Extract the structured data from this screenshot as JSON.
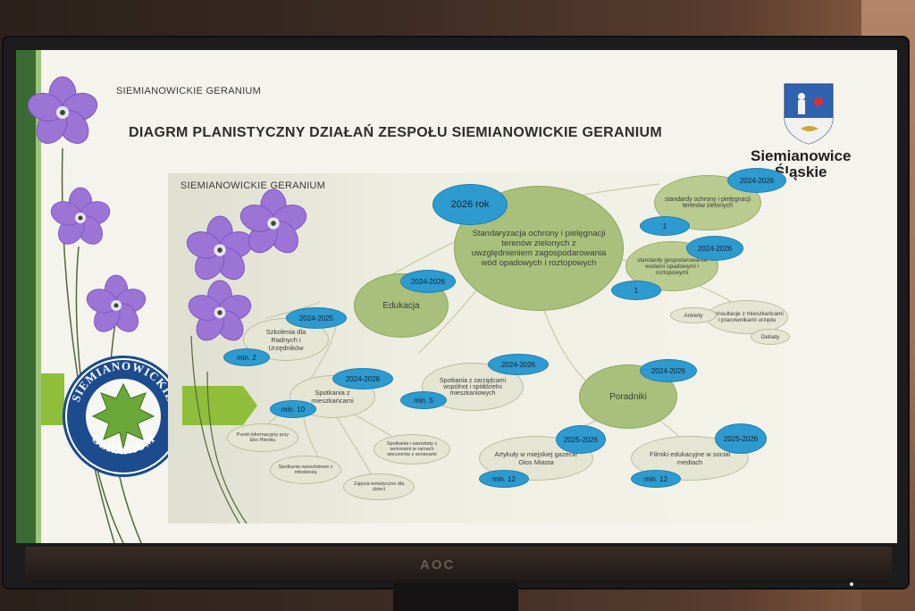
{
  "header": {
    "brand_small": "SIEMIANOWICKIE GERANIUM",
    "title": "DIAGRM PLANISTYCZNY DZIAŁAŃ ZESPOŁU SIEMIANOWICKIE GERANIUM",
    "city_line1": "Siemianowice",
    "city_line2": "Śląskie"
  },
  "logo": {
    "top_text": "SIEMIANOWICKIE",
    "bottom_text": "GERANIUM"
  },
  "panel": {
    "label": "SIEMIANOWICKIE GERANIUM"
  },
  "monitor": {
    "brand": "AOC"
  },
  "nodes": {
    "main": {
      "text": "Standaryzacja ochrony i pielęgnacji terenów zielonych z uwzględnieniem zagospodarowania wód opadowych i roztopowych",
      "tag": "2026 rok"
    },
    "std1": {
      "text": "standardy ochrony i pielęgnacji terenów zielonych",
      "tag": "2024-2026",
      "count": "1"
    },
    "std2": {
      "text": "standardy gospodarowania wodami opadowymi i roztopowymi",
      "tag": "2024-2026",
      "count": "1"
    },
    "konsultacje": {
      "text": "Konsultacje z mieszkańcami i pracownikami urzędu"
    },
    "ankiety": {
      "text": "Ankiety"
    },
    "debaty": {
      "text": "Debaty"
    },
    "edukacja": {
      "text": "Edukacja",
      "tag": "2024-2026"
    },
    "szkolenia": {
      "text": "Szkolenia dla Radnych i Urzędników",
      "tag": "2024-2025",
      "count": "min. 2"
    },
    "spotkania_m": {
      "text": "Spotkania z mieszkańcami",
      "tag": "2024-2026",
      "count": "min. 10"
    },
    "spotkania_z": {
      "text": "Spotkania z zarządcami wspólnot i spółdzielni mieszkaniowych",
      "tag": "2024-2026",
      "count": "min. 5"
    },
    "punkt": {
      "text": "Punkt informacyjny przy Eko Pikniku"
    },
    "warsztaty_m": {
      "text": "Spotkania warsztatowe z młodzieżą"
    },
    "warsztaty_s": {
      "text": "Spotkania i warsztaty z seniorami w ramach wieczorów z seniorami"
    },
    "zajecia": {
      "text": "Zajęcia tematyczne dla dzieci"
    },
    "poradniki": {
      "text": "Poradniki",
      "tag": "2024-2026"
    },
    "artykuly": {
      "text": "Artykuły w miejskiej gazecie Głos Miasta",
      "tag": "2025-2026",
      "count": "min. 12"
    },
    "filmiki": {
      "text": "Filmiki edukacyjne w social mediach",
      "tag": "2025-2026",
      "count": "min. 12"
    }
  },
  "colors": {
    "accent_blue": "#2d9bd0",
    "bubble_green": "#a8c07c",
    "logo_blue": "#1c4b8e",
    "arrow_green": "#8fbf3a"
  }
}
